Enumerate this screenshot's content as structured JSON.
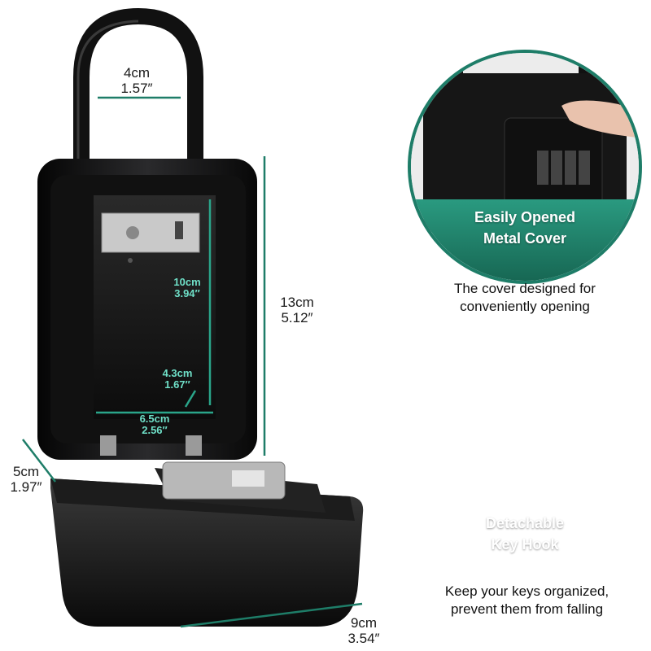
{
  "colors": {
    "accent": "#1e7d68",
    "accent_light": "#6fe0c8",
    "body": "#0f0f10"
  },
  "dimensions": {
    "shackle_width": {
      "cm": "4cm",
      "in": "1.57″"
    },
    "height": {
      "cm": "13cm",
      "in": "5.12″"
    },
    "inner_height": {
      "cm": "10cm",
      "in": "3.94″"
    },
    "inner_depth": {
      "cm": "4.3cm",
      "in": "1.67″"
    },
    "inner_width": {
      "cm": "6.5cm",
      "in": "2.56″"
    },
    "depth": {
      "cm": "5cm",
      "in": "1.97″"
    },
    "width": {
      "cm": "9cm",
      "in": "3.54″"
    }
  },
  "features": [
    {
      "banner_line1": "Easily Opened",
      "banner_line2": "Metal Cover",
      "caption_line1": "The cover designed for",
      "caption_line2": "conveniently opening"
    },
    {
      "banner_line1": "Detachable",
      "banner_line2": "Key Hook",
      "caption_line1": "Keep your keys organized,",
      "caption_line2": "prevent them from falling"
    }
  ]
}
